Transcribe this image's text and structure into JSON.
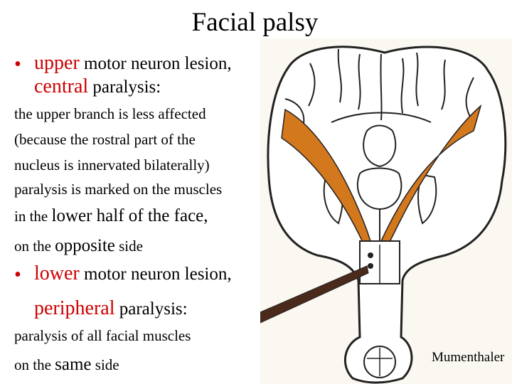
{
  "slide": {
    "title": "Facial palsy",
    "bullet_glyph": "•",
    "upper": {
      "emph1": "upper",
      "rest1": " motor neuron lesion,",
      "emph2": "central",
      "rest2": " paralysis:",
      "lines": [
        "the upper branch is less affected",
        "(because the rostral part of the",
        "nucleus is innervated bilaterally)",
        "paralysis is marked on the muscles"
      ],
      "line5_a": "in the ",
      "line5_b": "lower half of the face,",
      "line6_a": "on the ",
      "line6_b": "opposite",
      "line6_c": " side"
    },
    "lower": {
      "emph1": "lower",
      "rest1": " motor neuron lesion,",
      "emph2": "peripheral",
      "rest2": " paralysis:",
      "line1": "paralysis of all facial muscles",
      "line2_a": "on the ",
      "line2_b": "same",
      "line2_c": " side"
    },
    "figure_credit": "Mumenthaler",
    "colors": {
      "accent": "#cc0000",
      "tract": "#d4781e",
      "dark_tract": "#4a2a1a"
    }
  }
}
